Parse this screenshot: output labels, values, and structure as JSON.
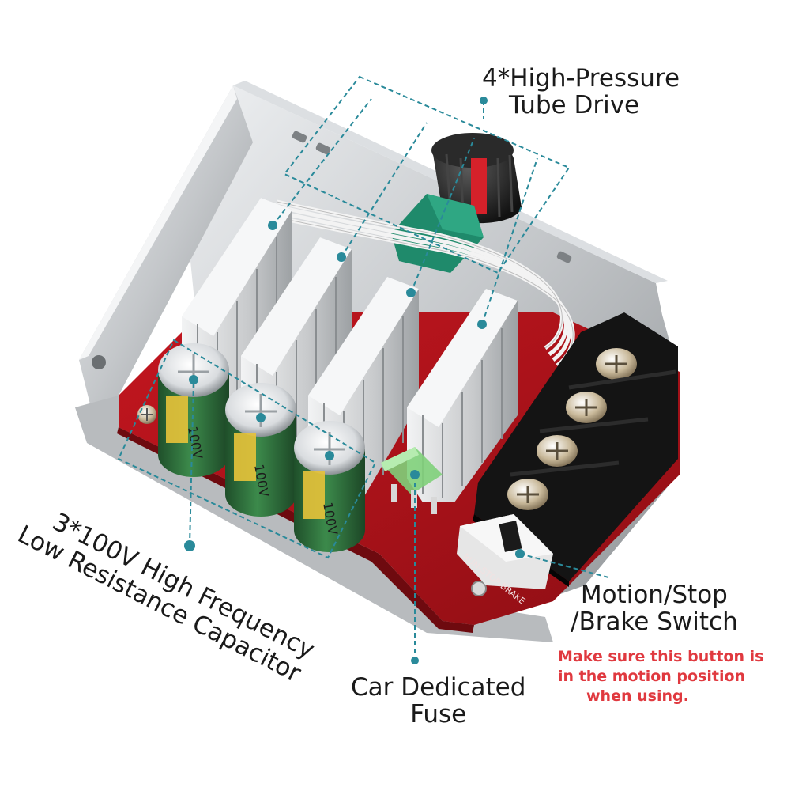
{
  "colors": {
    "pcb": "#b3141b",
    "heatsink": "#c9cbcd",
    "capacitor": "#2f6b3a",
    "callout_line": "#2a8a9a",
    "warning": "#e0393f"
  },
  "labels": {
    "tube_drive": [
      "4*High-Pressure",
      "Tube Drive"
    ],
    "capacitor": [
      "3*100V High Frequency",
      "Low Resistance Capacitor"
    ],
    "fuse": [
      "Car Dedicated",
      "Fuse"
    ],
    "switch": [
      "Motion/Stop",
      "/Brake Switch"
    ],
    "warning": [
      "Make sure this button is",
      "in the motion position",
      "when using."
    ]
  },
  "board_print": {
    "capacitor_rating": "100V",
    "switch_print": "RUN-STOP-BRAKE"
  }
}
